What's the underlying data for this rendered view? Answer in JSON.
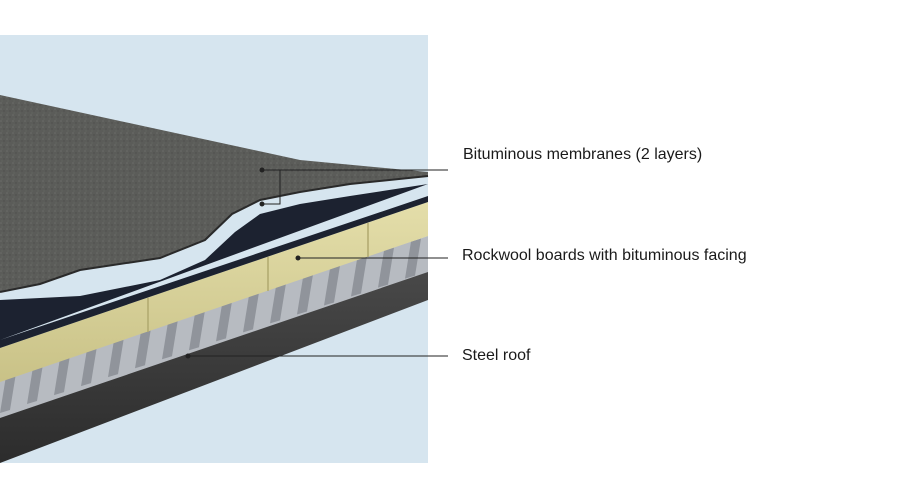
{
  "diagram": {
    "colors": {
      "sky": "#d6e5ef",
      "membrane_top": "#5b5c59",
      "membrane_lower": "#1c2230",
      "rockwool": "#d9d39a",
      "rockwool_side": "#c4bd82",
      "steel": "#bcbfc4",
      "steel_shadow": "#8a8e94",
      "base": "#3b3b3b",
      "leader": "#222222"
    },
    "labels": [
      {
        "id": "membranes",
        "text": "Bituminous membranes (2 layers)"
      },
      {
        "id": "rockwool",
        "text": "Rockwool boards with bituminous facing"
      },
      {
        "id": "steel",
        "text": "Steel roof"
      }
    ]
  }
}
